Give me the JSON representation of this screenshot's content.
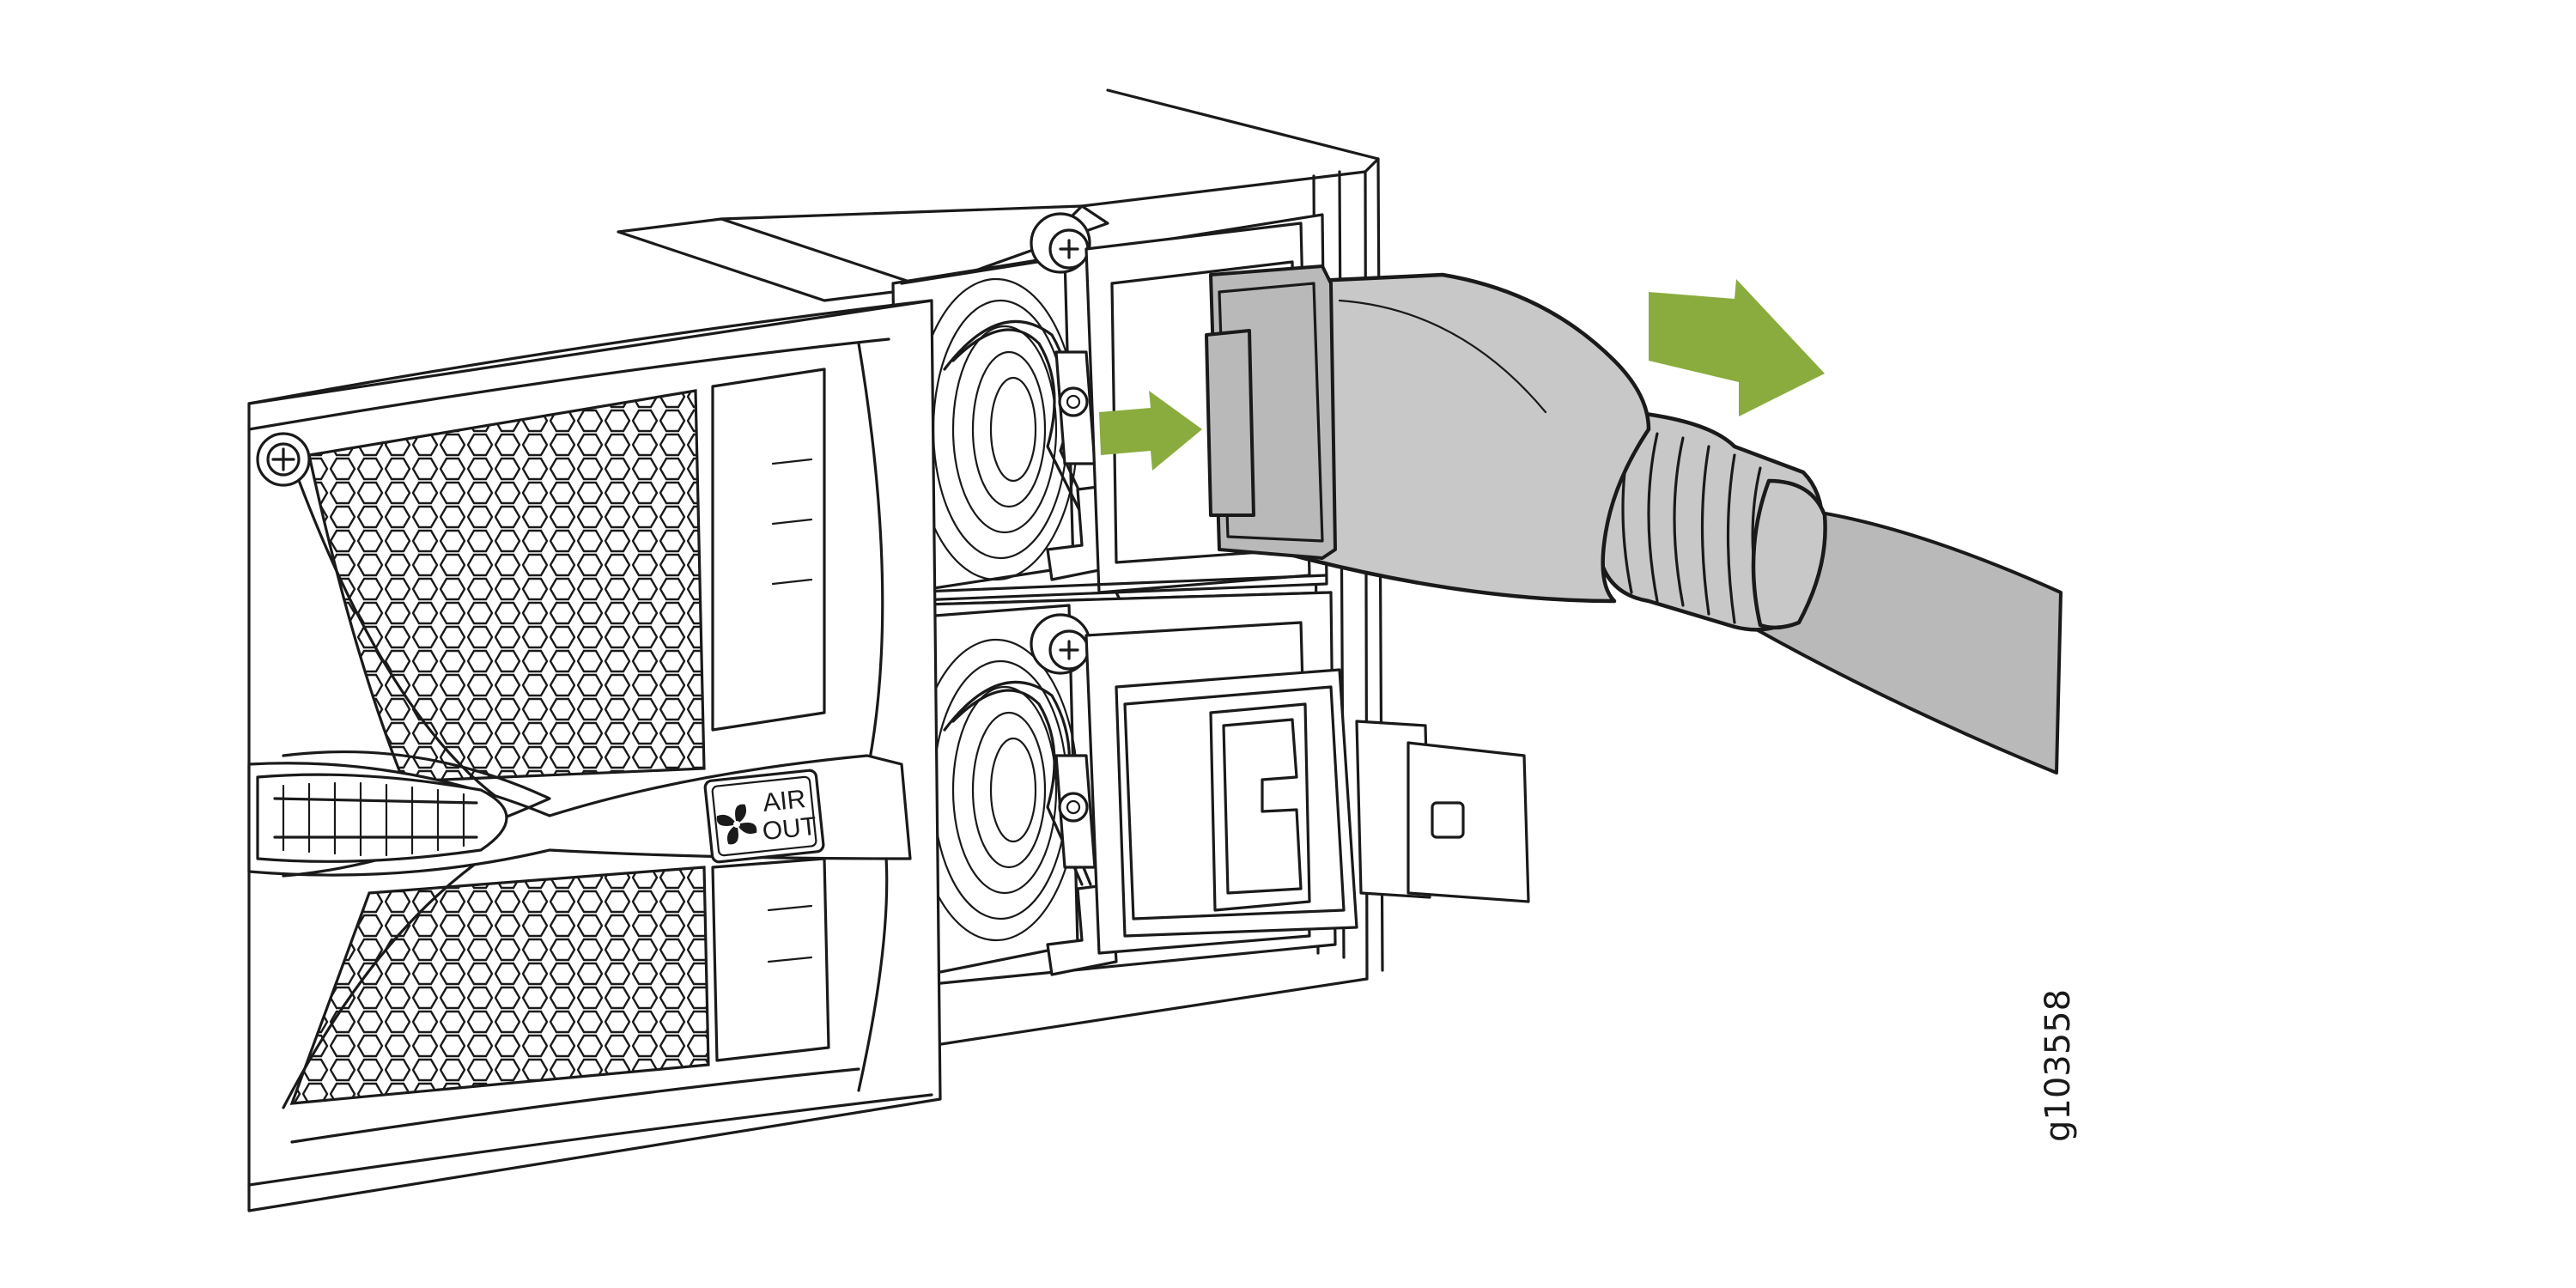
{
  "figure": {
    "id_label": "g103558"
  },
  "fan_badge": {
    "line1": "AIR",
    "line2": "OUT",
    "icon": "fan-icon"
  },
  "arrows": {
    "color": "#8aac3e",
    "small_direction": "right",
    "large_direction": "right"
  },
  "cable": {
    "color": "#c8c8c8"
  }
}
